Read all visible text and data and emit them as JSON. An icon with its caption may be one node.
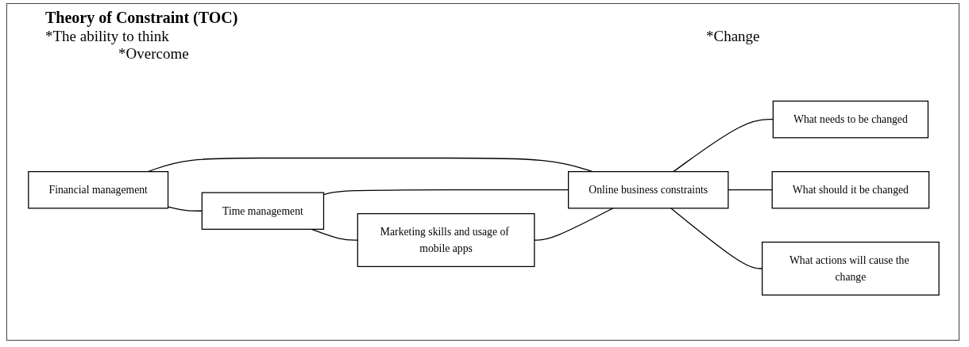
{
  "diagram": {
    "title": "Theory of Constraint (TOC)",
    "nodes": [
      {
        "text": [
          "Financial management"
        ]
      },
      {
        "text": [
          "Time management"
        ]
      },
      {
        "text": [
          "Marketing skills and usage of mobile apps"
        ]
      },
      {
        "text": [
          "Online business constraints"
        ]
      },
      {
        "text": [
          "What needs to be changed"
        ]
      },
      {
        "text": [
          "What should it be changed"
        ]
      },
      {
        "text": [
          "What actions will cause the change"
        ]
      }
    ],
    "edges": [
      {
        "from": 0,
        "to": 1,
        "arrow": "none"
      },
      {
        "from": 1,
        "to": 2,
        "arrow": "none"
      },
      {
        "from": 0,
        "to": 3,
        "arrow": "none"
      },
      {
        "from": 1,
        "to": 3,
        "arrow": "none"
      },
      {
        "from": 2,
        "to": 3,
        "arrow": "none"
      },
      {
        "from": 3,
        "to": 4,
        "arrow": "none"
      },
      {
        "from": 3,
        "to": 5,
        "arrow": "none"
      },
      {
        "from": 3,
        "to": 6,
        "arrow": "none"
      }
    ],
    "labels": [
      "*The ability to think",
      "*Overcome",
      "*Change"
    ]
  }
}
